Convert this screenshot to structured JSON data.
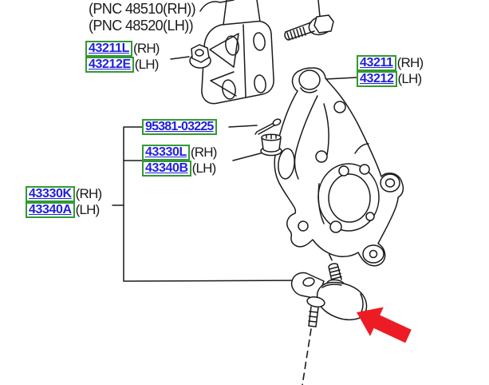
{
  "diagram": {
    "title_note_lines": [
      "(PNC 48510(RH))",
      "(PNC 48520(LH))"
    ],
    "part_labels": {
      "strut_mount_nut": {
        "rows": [
          {
            "code": "43211L",
            "side": "(RH)"
          },
          {
            "code": "43212E",
            "side": "(LH)"
          }
        ]
      },
      "steering_knuckle": {
        "rows": [
          {
            "code": "43211",
            "side": "(RH)"
          },
          {
            "code": "43212",
            "side": "(LH)"
          }
        ]
      },
      "cotter_pin": {
        "rows": [
          {
            "code": "95381-03225",
            "side": ""
          }
        ]
      },
      "castle_nut": {
        "rows": [
          {
            "code": "43330L",
            "side": "(RH)"
          },
          {
            "code": "43340B",
            "side": "(LH)"
          }
        ]
      },
      "lower_ball_joint": {
        "rows": [
          {
            "code": "43330K",
            "side": "(RH)"
          },
          {
            "code": "43340A",
            "side": "(LH)"
          }
        ]
      }
    },
    "drawing_components": [
      "strut-lower-bracket",
      "flange-bolt",
      "flange-nut",
      "steering-knuckle",
      "cotter-pin",
      "castle-nut",
      "lower-ball-joint",
      "highlight-arrow"
    ],
    "colors": {
      "part_link_blue": "#1f1fdf",
      "box_border_green": "#339933",
      "text_black": "#1a1a1a",
      "line_art_black": "#1a1a1a",
      "highlight_arrow_red": "#ed1c24",
      "background": "#ffffff"
    }
  }
}
